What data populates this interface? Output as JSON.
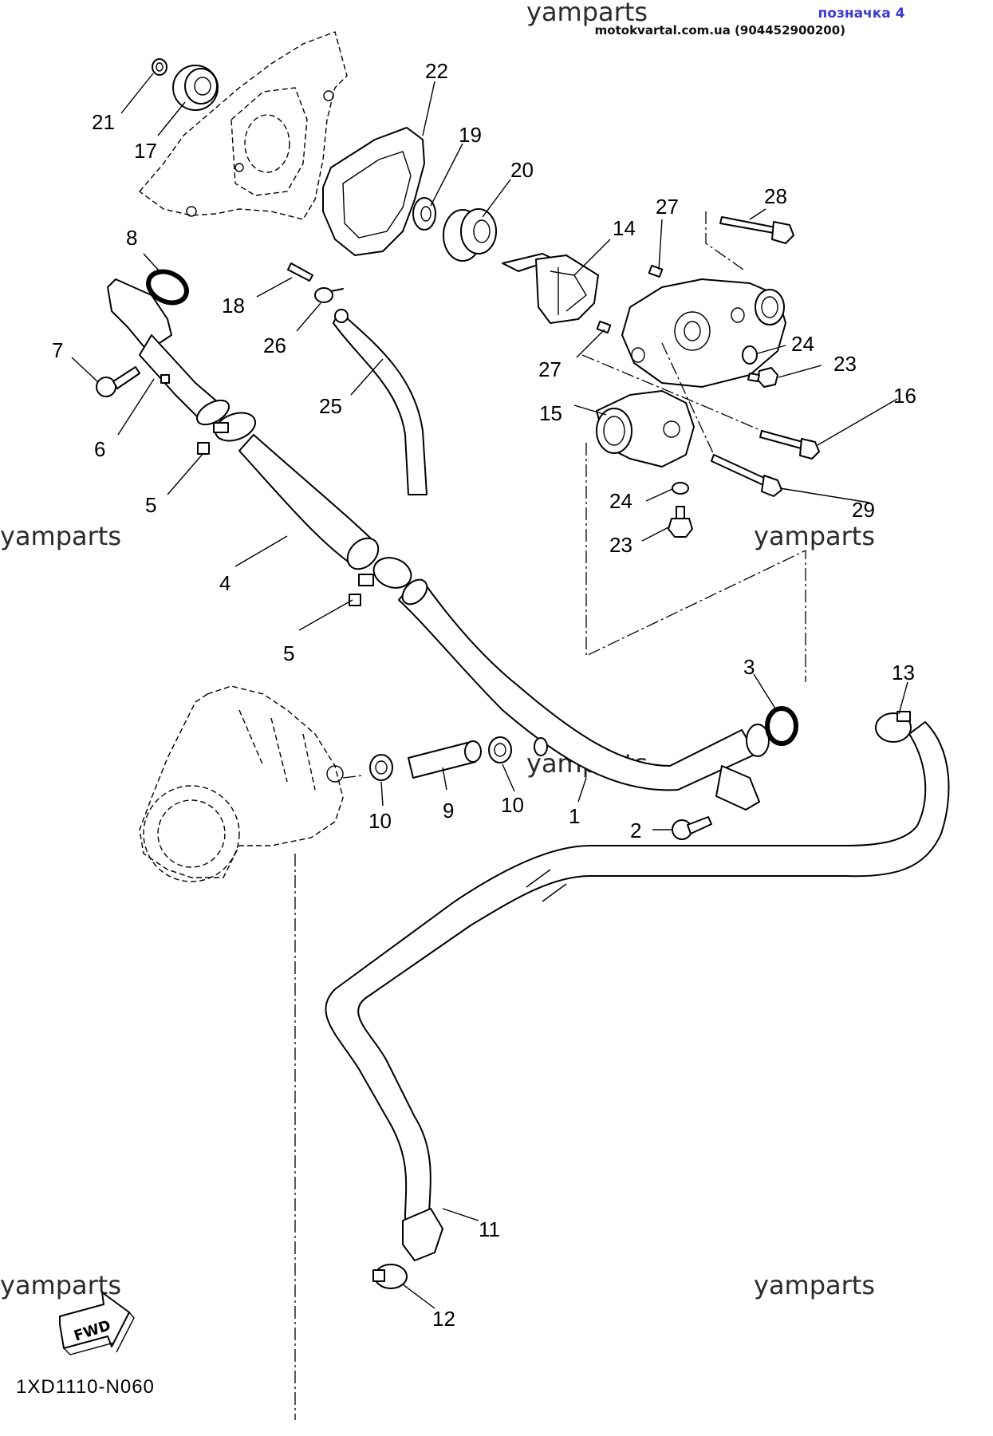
{
  "header": {
    "label": "позначка 4",
    "source": "motokvartal.com.ua (904452900200)",
    "label_color": "#3a3ad0"
  },
  "watermarks": [
    "yamparts",
    "yamparts",
    "yamparts",
    "yamparts",
    "yamparts",
    "yamparts"
  ],
  "callouts": [
    "21",
    "17",
    "22",
    "19",
    "20",
    "8",
    "18",
    "26",
    "14",
    "27",
    "28",
    "7",
    "6",
    "5",
    "25",
    "27",
    "24",
    "23",
    "15",
    "16",
    "24",
    "29",
    "23",
    "4",
    "5",
    "3",
    "13",
    "10",
    "9",
    "10",
    "1",
    "2",
    "11",
    "12"
  ],
  "fwd_label": "FWD",
  "diagram_code": "1XD1110-N060"
}
